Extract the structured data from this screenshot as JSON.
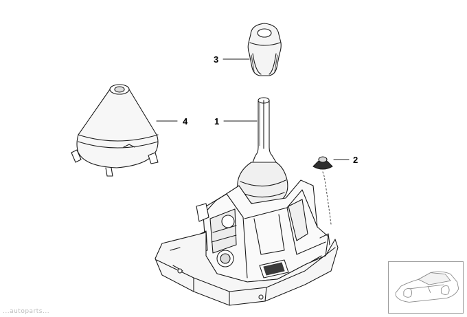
{
  "callouts": [
    {
      "number": "1",
      "part": "shift-lever"
    },
    {
      "number": "2",
      "part": "grommet"
    },
    {
      "number": "3",
      "part": "shift-knob"
    },
    {
      "number": "4",
      "part": "shift-boot"
    }
  ],
  "watermark": "...autoparts...",
  "thumbnail_icon": "car-outline-icon",
  "colors": {
    "line": "#1a1a1a",
    "fill": "#ffffff",
    "shade": "#e4e4e4",
    "dark": "#3a3a3a"
  }
}
